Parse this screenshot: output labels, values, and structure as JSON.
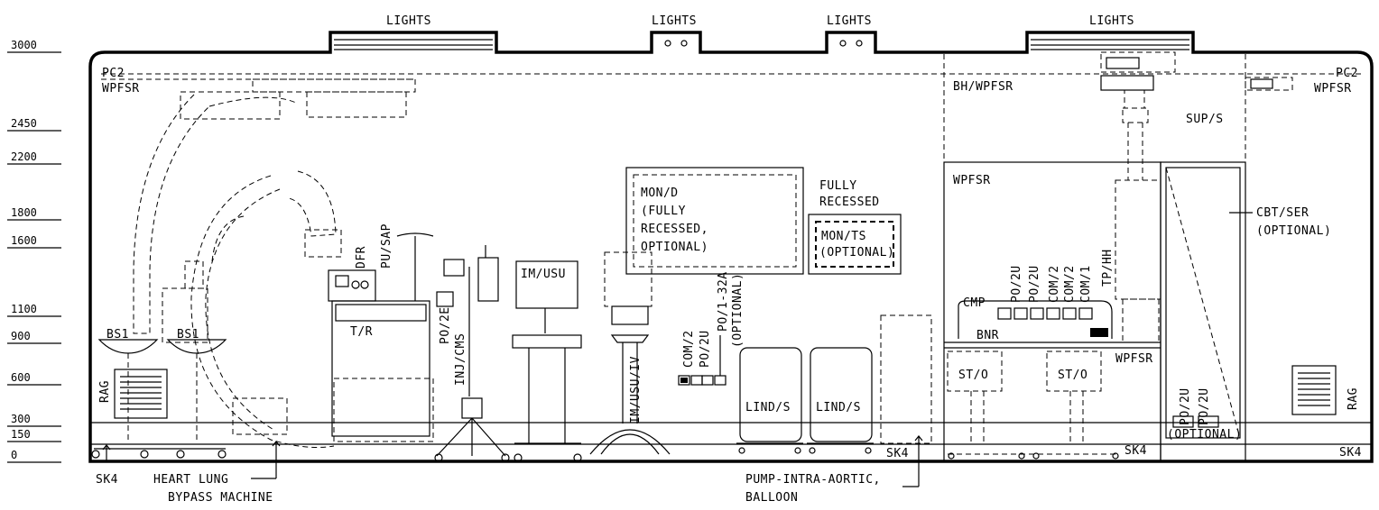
{
  "lights": [
    "LIGHTS",
    "LIGHTS",
    "LIGHTS",
    "LIGHTS"
  ],
  "levels": [
    "3000",
    "2450",
    "2200",
    "1800",
    "1600",
    "1100",
    "900",
    "600",
    "300",
    "150",
    "0"
  ],
  "labels": {
    "pc2_left": "PC2",
    "wpfsr_left": "WPFSR",
    "pc2_right": "PC2",
    "wpfsr_right": "WPFSR",
    "bh_wpfsr": "BH/WPFSR",
    "sup_s": "SUP/S",
    "wpfsr_cab": "WPFSR",
    "wpfsr_counter": "WPFSR",
    "cbt_ser": "CBT/SER",
    "cbt_optional": "(OPTIONAL)",
    "mon_d": [
      "MON/D",
      "(FULLY",
      "RECESSED,",
      "OPTIONAL)"
    ],
    "fully_recessed": [
      "FULLY",
      "RECESSED"
    ],
    "mon_ts": [
      "MON/TS",
      "(OPTIONAL)"
    ],
    "im_usu": "IM/USU",
    "im_usu_iv": "IM/USU/IV",
    "inj_cms": "INJ/CMS",
    "t_r": "T/R",
    "dfr": "DFR",
    "pu_sap": "PU/SAP",
    "po_2e": "PO/2E",
    "com2_a": "COM/2",
    "po2u_a": "PO/2U",
    "po1_32a": "PO/1-32A",
    "po1_optional": "(OPTIONAL)",
    "lind_s_1": "LIND/S",
    "lind_s_2": "LIND/S",
    "sk4_mid": "SK4",
    "sk4_cab": "SK4",
    "sk4_right": "SK4",
    "sk4_left": "SK4",
    "rag_left": "RAG",
    "rag_right": "RAG",
    "bs1_a": "BS1",
    "bs1_b": "BS1",
    "cmp": "CMP",
    "bnr": "BNR",
    "po2u_b": "PO/2U",
    "po2u_c": "PO/2U",
    "com2_b": "COM/2",
    "com2_c": "COM/2",
    "com1": "COM/1",
    "tp_hh": "TP/HH",
    "st_o_1": "ST/O",
    "st_o_2": "ST/O",
    "po2u_d": "PO/2U",
    "po2u_e": "PO/2U",
    "optional_cab": "(OPTIONAL)",
    "heart_lung": [
      "HEART LUNG",
      "BYPASS MACHINE"
    ],
    "pump": [
      "PUMP-INTRA-AORTIC,",
      "BALLOON"
    ]
  }
}
